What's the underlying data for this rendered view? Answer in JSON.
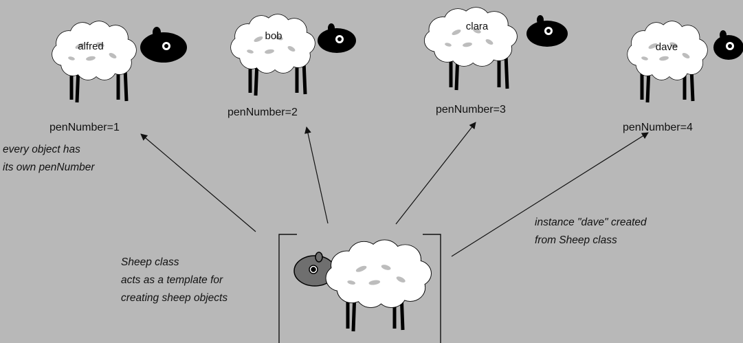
{
  "colors": {
    "background": "#b8b8b8",
    "wool": "#ffffff",
    "wool_spots": "#bdbdbd",
    "instance_head": "#000000",
    "class_head": "#6f6f6f",
    "ink": "#111111"
  },
  "instances": [
    {
      "name": "alfred",
      "pen_label": "penNumber=1"
    },
    {
      "name": "bob",
      "pen_label": "penNumber=2"
    },
    {
      "name": "clara",
      "pen_label": "penNumber=3"
    },
    {
      "name": "dave",
      "pen_label": "penNumber=4"
    }
  ],
  "notes": {
    "every_object": [
      "every object has",
      "its own penNumber"
    ],
    "instance_created": [
      "instance \"dave\" created",
      "from Sheep class"
    ],
    "sheep_class": [
      "Sheep class",
      "acts as a template for",
      "creating sheep objects"
    ]
  }
}
